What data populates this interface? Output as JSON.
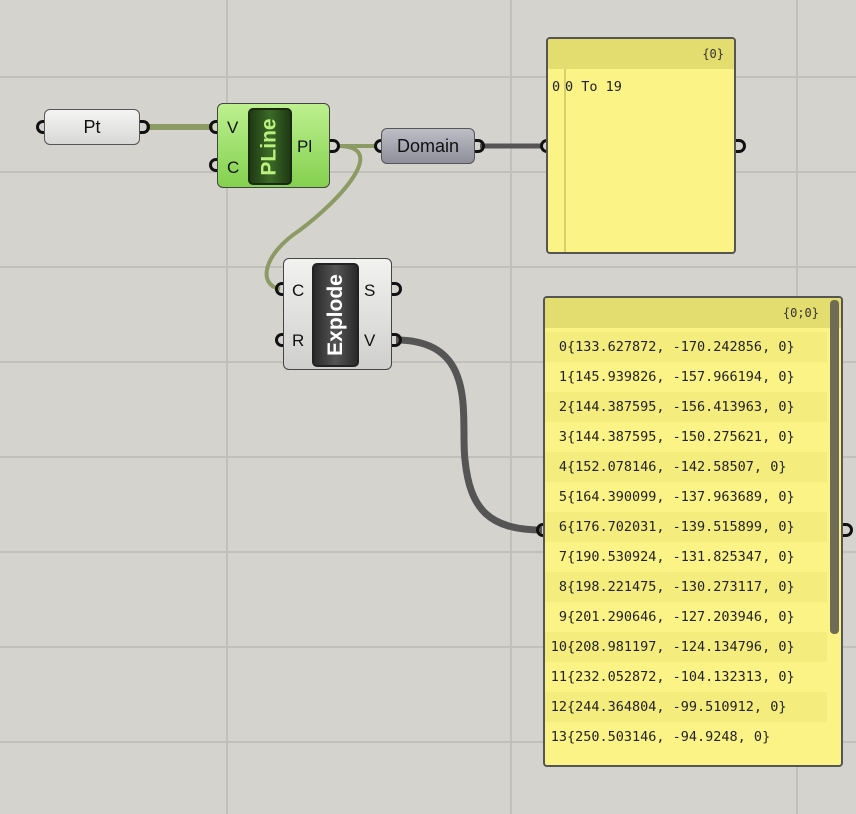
{
  "canvas": {
    "background": "#d5d3ce"
  },
  "pt_param": {
    "label": "Pt"
  },
  "pline": {
    "name": "PLine",
    "inputs": [
      "V",
      "C"
    ],
    "output": "Pl",
    "color": "#9ee36a"
  },
  "domain_param": {
    "label": "Domain"
  },
  "domain_panel": {
    "path": "{0}",
    "index": "0",
    "value": "0 To 19"
  },
  "explode": {
    "name": "Explode",
    "inputs": [
      "C",
      "R"
    ],
    "outputs": [
      "S",
      "V"
    ]
  },
  "points_panel": {
    "path": "{0;0}",
    "rows": [
      {
        "index": "0",
        "value": "{133.627872, -170.242856, 0}"
      },
      {
        "index": "1",
        "value": "{145.939826, -157.966194, 0}"
      },
      {
        "index": "2",
        "value": "{144.387595, -156.413963, 0}"
      },
      {
        "index": "3",
        "value": "{144.387595, -150.275621, 0}"
      },
      {
        "index": "4",
        "value": "{152.078146, -142.58507, 0}"
      },
      {
        "index": "5",
        "value": "{164.390099, -137.963689, 0}"
      },
      {
        "index": "6",
        "value": "{176.702031, -139.515899, 0}"
      },
      {
        "index": "7",
        "value": "{190.530924, -131.825347, 0}"
      },
      {
        "index": "8",
        "value": "{198.221475, -130.273117, 0}"
      },
      {
        "index": "9",
        "value": "{201.290646, -127.203946, 0}"
      },
      {
        "index": "10",
        "value": "{208.981197, -124.134796, 0}"
      },
      {
        "index": "11",
        "value": "{232.052872, -104.132313, 0}"
      },
      {
        "index": "12",
        "value": "{244.364804, -99.510912, 0}"
      },
      {
        "index": "13",
        "value": "{250.503146, -94.9248, 0}"
      }
    ]
  }
}
